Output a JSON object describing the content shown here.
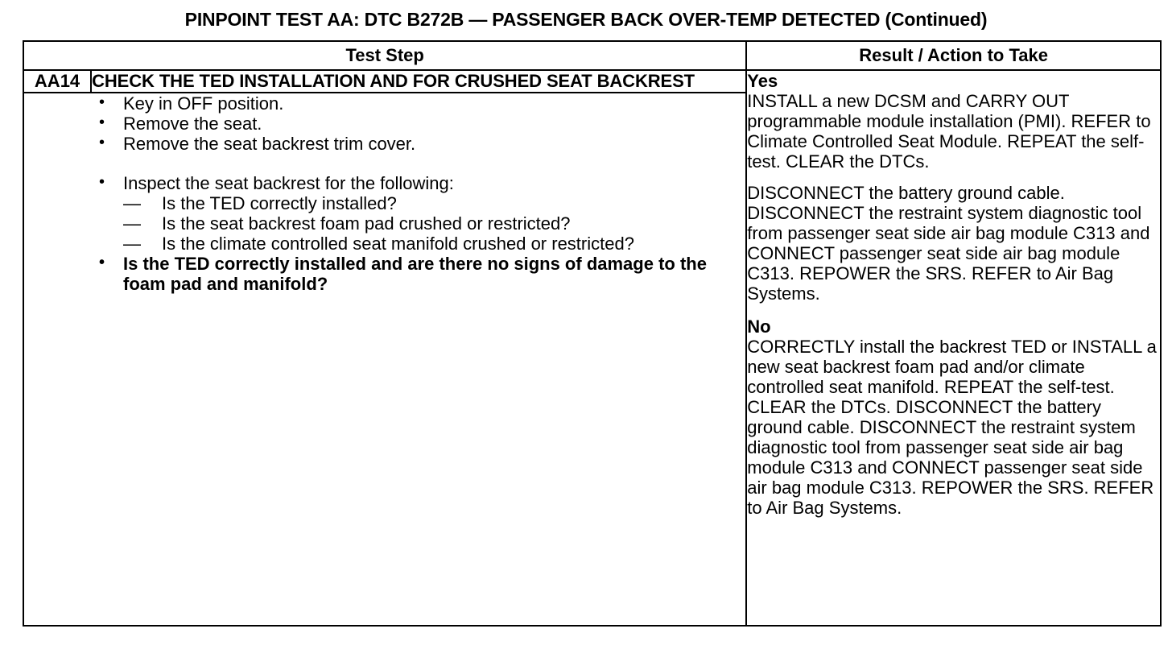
{
  "document": {
    "title": "PINPOINT TEST AA: DTC B272B — PASSENGER BACK OVER-TEMP DETECTED (Continued)"
  },
  "table": {
    "headers": {
      "test_step": "Test Step",
      "result_action": "Result / Action to Take"
    },
    "step": {
      "id": "AA14",
      "title": "CHECK THE TED INSTALLATION AND FOR CRUSHED SEAT BACKREST",
      "bullets": [
        "Key in OFF position.",
        "Remove the seat.",
        "Remove the seat backrest trim cover."
      ],
      "inspect_intro": "Inspect the seat backrest for the following:",
      "inspect_items": [
        "Is the TED correctly installed?",
        "Is the seat backrest foam pad crushed or restricted?",
        "Is the climate controlled seat manifold crushed or restricted?"
      ],
      "question": "Is the TED correctly installed and are there no signs of damage to the foam pad and manifold?"
    },
    "result": {
      "yes": {
        "label": "Yes",
        "para1": "INSTALL a new DCSM and CARRY OUT programmable module installation (PMI). REFER to Climate Controlled Seat Module. REPEAT the self-test. CLEAR the DTCs.",
        "para2": "DISCONNECT the battery ground cable. DISCONNECT the restraint system diagnostic tool from passenger seat side air bag module C313 and CONNECT passenger seat side air bag module C313. REPOWER the SRS. REFER to Air Bag Systems."
      },
      "no": {
        "label": "No",
        "para1": "CORRECTLY install the backrest TED or INSTALL a new seat backrest foam pad and/or climate controlled seat manifold. REPEAT the self-test. CLEAR the DTCs. DISCONNECT the battery ground cable. DISCONNECT the restraint system diagnostic tool from passenger seat side air bag module C313 and CONNECT passenger seat side air bag module C313. REPOWER the SRS. REFER to Air Bag Systems."
      }
    }
  }
}
